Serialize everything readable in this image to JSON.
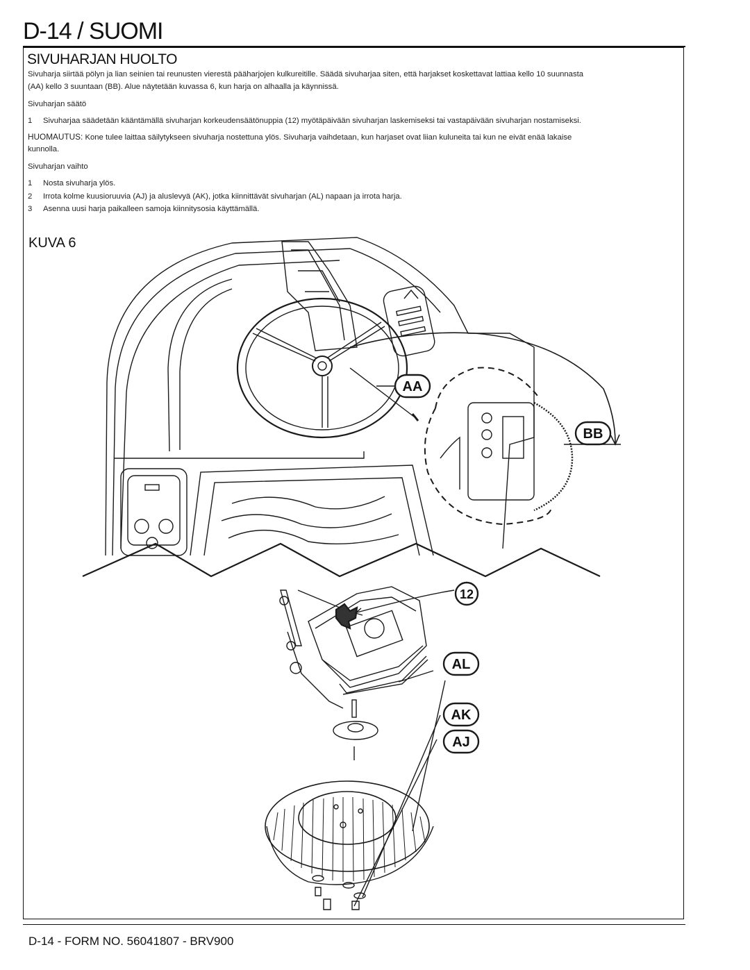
{
  "header": {
    "title": "D-14 / SUOMI"
  },
  "section": {
    "title": "SIVUHARJAN HUOLTO",
    "intro_line1": "Sivuharja siirtää pölyn ja lian seinien tai reunusten vierestä pääharjojen kulkureitille.  Säädä sivuharjaa siten, että harjakset koskettavat lattiaa kello 10 suunnasta",
    "intro_line2": "(AA) kello 3 suuntaan (BB). Alue näytetään kuvassa 6, kun harja on alhaalla ja käynnissä.",
    "adjust_heading": "Sivuharjan säätö",
    "adjust_step_num": "1",
    "adjust_step": "Sivuharjaa säädetään kääntämällä sivuharjan korkeudensäätönuppia (12) myötäpäivään sivuharjan laskemiseksi tai vastapäivään sivuharjan nostamiseksi.",
    "note_label": "HUOMAUTUS:",
    "note_line1": "Kone tulee laittaa säilytykseen sivuharja nostettuna ylös.  Sivuharja vaihdetaan, kun harjaset ovat liian kuluneita tai kun ne eivät enää lakaise",
    "note_line2": "kunnolla.",
    "replace_heading": "Sivuharjan vaihto",
    "replace_steps": [
      {
        "num": "1",
        "text": "Nosta sivuharja ylös."
      },
      {
        "num": "2",
        "text": "Irrota kolme kuusioruuvia (AJ) ja aluslevyä (AK), jotka kiinnittävät sivuharjan (AL) napaan ja irrota harja."
      },
      {
        "num": "3",
        "text": "Asenna uusi harja paikalleen samoja kiinnitysosia käyttämällä."
      }
    ]
  },
  "figure": {
    "title": "KUVA 6",
    "callouts": {
      "aa": "AA",
      "bb": "BB",
      "knob": "12",
      "al": "AL",
      "ak": "AK",
      "aj": "AJ"
    }
  },
  "footer": {
    "text": "D-14 - FORM NO. 56041807 - BRV900"
  }
}
